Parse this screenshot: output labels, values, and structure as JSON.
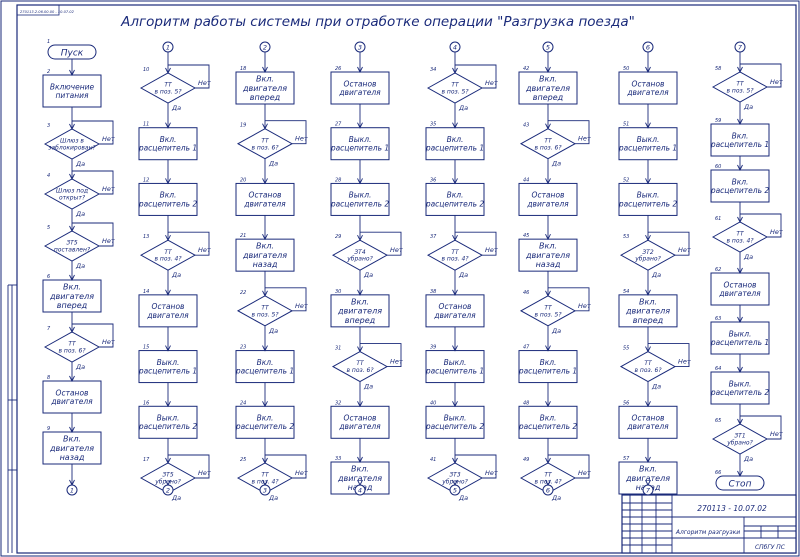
{
  "title": "Алгоритм работы системы при отработке операции \"Разгрузка поезда\"",
  "corner_stamp": "270113.2.06.00.00 - 10.07.02",
  "stamp": {
    "code": "270113 - 10.07.02",
    "name": "Алгоритм разгрузки",
    "org": "СПбГУ ПС"
  },
  "columns": [
    {
      "connector_in": "",
      "connector_out": "1",
      "blocks": [
        {
          "n": "1",
          "type": "start",
          "text": "Пуск"
        },
        {
          "n": "2",
          "type": "proc",
          "text": "Включение\nпитания"
        },
        {
          "n": "3",
          "type": "dec",
          "text": "Шлюз в\nзаблокирован?",
          "no": "Нет",
          "yes": "Да"
        },
        {
          "n": "4",
          "type": "dec",
          "text": "Шлюз под\nоткрыт?",
          "no": "Нет",
          "yes": "Да"
        },
        {
          "n": "5",
          "type": "dec",
          "text": "ЗТ5\nпоставлен?",
          "no": "Нет",
          "yes": "Да"
        },
        {
          "n": "6",
          "type": "proc",
          "text": "Вкл.\nдвигателя\nвперед"
        },
        {
          "n": "7",
          "type": "dec",
          "text": "ТТ\nв поз. 6?",
          "no": "Нет",
          "yes": "Да"
        },
        {
          "n": "8",
          "type": "proc",
          "text": "Останов\nдвигателя"
        },
        {
          "n": "9",
          "type": "proc",
          "text": "Вкл.\nдвигателя\nназад"
        }
      ]
    },
    {
      "connector_in": "1",
      "connector_out": "2",
      "blocks": [
        {
          "n": "10",
          "type": "dec",
          "text": "ТТ\nв поз. 5?",
          "no": "Нет",
          "yes": "Да"
        },
        {
          "n": "11",
          "type": "proc",
          "text": "Вкл.\nрасцепитель 1"
        },
        {
          "n": "12",
          "type": "proc",
          "text": "Вкл.\nрасцепитель 2"
        },
        {
          "n": "13",
          "type": "dec",
          "text": "ТТ\nв поз. 4?",
          "no": "Нет",
          "yes": "Да"
        },
        {
          "n": "14",
          "type": "proc",
          "text": "Останов\nдвигателя"
        },
        {
          "n": "15",
          "type": "proc",
          "text": "Выкл.\nрасцепитель 1"
        },
        {
          "n": "16",
          "type": "proc",
          "text": "Выкл.\nрасцепитель 2"
        },
        {
          "n": "17",
          "type": "dec",
          "text": "ЗТ5\nубрано?",
          "no": "Нет",
          "yes": "Да"
        }
      ]
    },
    {
      "connector_in": "2",
      "connector_out": "3",
      "blocks": [
        {
          "n": "18",
          "type": "proc",
          "text": "Вкл.\nдвигателя\nвперед"
        },
        {
          "n": "19",
          "type": "dec",
          "text": "ТТ\nв поз. 6?",
          "no": "Нет",
          "yes": "Да"
        },
        {
          "n": "20",
          "type": "proc",
          "text": "Останов\nдвигателя"
        },
        {
          "n": "21",
          "type": "proc",
          "text": "Вкл.\nдвигателя\nназад"
        },
        {
          "n": "22",
          "type": "dec",
          "text": "ТТ\nв поз. 5?",
          "no": "Нет",
          "yes": "Да"
        },
        {
          "n": "23",
          "type": "proc",
          "text": "Вкл.\nрасцепитель 1"
        },
        {
          "n": "24",
          "type": "proc",
          "text": "Вкл.\nрасцепитель 2"
        },
        {
          "n": "25",
          "type": "dec",
          "text": "ТТ\nв поз. 4?",
          "no": "Нет",
          "yes": "Да"
        }
      ]
    },
    {
      "connector_in": "3",
      "connector_out": "4",
      "blocks": [
        {
          "n": "26",
          "type": "proc",
          "text": "Останов\nдвигателя"
        },
        {
          "n": "27",
          "type": "proc",
          "text": "Выкл.\nрасцепитель 1"
        },
        {
          "n": "28",
          "type": "proc",
          "text": "Выкл.\nрасцепитель 2"
        },
        {
          "n": "29",
          "type": "dec",
          "text": "ЗТ4\nубрано?",
          "no": "Нет",
          "yes": "Да"
        },
        {
          "n": "30",
          "type": "proc",
          "text": "Вкл.\nдвигателя\nвперед"
        },
        {
          "n": "31",
          "type": "dec",
          "text": "ТТ\nв поз. 6?",
          "no": "Нет",
          "yes": "Да"
        },
        {
          "n": "32",
          "type": "proc",
          "text": "Останов\nдвигателя"
        },
        {
          "n": "33",
          "type": "proc",
          "text": "Вкл.\nдвигателя\nназад"
        }
      ]
    },
    {
      "connector_in": "4",
      "connector_out": "5",
      "blocks": [
        {
          "n": "34",
          "type": "dec",
          "text": "ТТ\nв поз. 5?",
          "no": "Нет",
          "yes": "Да"
        },
        {
          "n": "35",
          "type": "proc",
          "text": "Вкл.\nрасцепитель 1"
        },
        {
          "n": "36",
          "type": "proc",
          "text": "Вкл.\nрасцепитель 2"
        },
        {
          "n": "37",
          "type": "dec",
          "text": "ТТ\nв поз. 4?",
          "no": "Нет",
          "yes": "Да"
        },
        {
          "n": "38",
          "type": "proc",
          "text": "Останов\nдвигателя"
        },
        {
          "n": "39",
          "type": "proc",
          "text": "Выкл.\nрасцепитель 1"
        },
        {
          "n": "40",
          "type": "proc",
          "text": "Выкл.\nрасцепитель 2"
        },
        {
          "n": "41",
          "type": "dec",
          "text": "ЗТ3\nубрано?",
          "no": "Нет",
          "yes": "Да"
        }
      ]
    },
    {
      "connector_in": "5",
      "connector_out": "6",
      "blocks": [
        {
          "n": "42",
          "type": "proc",
          "text": "Вкл.\nдвигателя\nвперед"
        },
        {
          "n": "43",
          "type": "dec",
          "text": "ТТ\nв поз. 6?",
          "no": "Нет",
          "yes": "Да"
        },
        {
          "n": "44",
          "type": "proc",
          "text": "Останов\nдвигателя"
        },
        {
          "n": "45",
          "type": "proc",
          "text": "Вкл.\nдвигателя\nназад"
        },
        {
          "n": "46",
          "type": "dec",
          "text": "ТТ\nв поз. 5?",
          "no": "Нет",
          "yes": "Да"
        },
        {
          "n": "47",
          "type": "proc",
          "text": "Вкл.\nрасцепитель 1"
        },
        {
          "n": "48",
          "type": "proc",
          "text": "Вкл.\nрасцепитель 2"
        },
        {
          "n": "49",
          "type": "dec",
          "text": "ТТ\nв поз. 4?",
          "no": "Нет",
          "yes": "Да"
        }
      ]
    },
    {
      "connector_in": "6",
      "connector_out": "7",
      "blocks": [
        {
          "n": "50",
          "type": "proc",
          "text": "Останов\nдвигателя"
        },
        {
          "n": "51",
          "type": "proc",
          "text": "Выкл.\nрасцепитель 1"
        },
        {
          "n": "52",
          "type": "proc",
          "text": "Выкл.\nрасцепитель 2"
        },
        {
          "n": "53",
          "type": "dec",
          "text": "ЗТ2\nубрано?",
          "no": "Нет",
          "yes": "Да"
        },
        {
          "n": "54",
          "type": "proc",
          "text": "Вкл.\nдвигателя\nвперед"
        },
        {
          "n": "55",
          "type": "dec",
          "text": "ТТ\nв поз. 6?",
          "no": "Нет",
          "yes": "Да"
        },
        {
          "n": "56",
          "type": "proc",
          "text": "Останов\nдвигателя"
        },
        {
          "n": "57",
          "type": "proc",
          "text": "Вкл.\nдвигателя\nназад"
        }
      ]
    },
    {
      "connector_in": "7",
      "connector_out": "",
      "blocks": [
        {
          "n": "58",
          "type": "dec",
          "text": "ТТ\nв поз. 5?",
          "no": "Нет",
          "yes": "Да"
        },
        {
          "n": "59",
          "type": "proc",
          "text": "Вкл.\nрасцепитель 1"
        },
        {
          "n": "60",
          "type": "proc",
          "text": "Вкл.\nрасцепитель 2"
        },
        {
          "n": "61",
          "type": "dec",
          "text": "ТТ\nв поз. 4?",
          "no": "Нет",
          "yes": "Да"
        },
        {
          "n": "62",
          "type": "proc",
          "text": "Останов\nдвигателя"
        },
        {
          "n": "63",
          "type": "proc",
          "text": "Выкл.\nрасцепитель 1"
        },
        {
          "n": "64",
          "type": "proc",
          "text": "Выкл.\nрасцепитель 2"
        },
        {
          "n": "65",
          "type": "dec",
          "text": "ЗТ1\nубрано?",
          "no": "Нет",
          "yes": "Да"
        },
        {
          "n": "66",
          "type": "stop",
          "text": "Стоп"
        }
      ]
    }
  ]
}
